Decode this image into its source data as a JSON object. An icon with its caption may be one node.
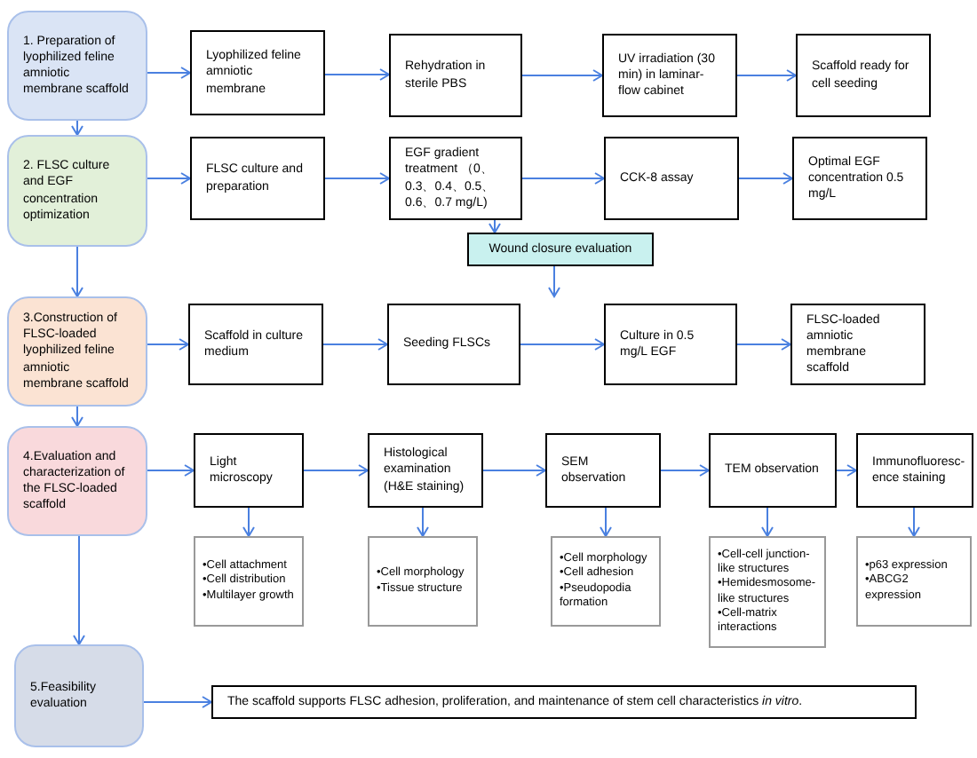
{
  "diagram": {
    "nodes": [
      {
        "text": [
          "1. Preparation of lyophilized feline amniotic membrane scaffold"
        ]
      },
      {
        "text": [
          "Lyophilized feline amniotic membrane"
        ]
      },
      {
        "text": [
          "Rehydration in sterile PBS"
        ]
      },
      {
        "text": [
          "UV irradiation (30 min) in laminar-flow cabinet"
        ]
      },
      {
        "text": [
          "Scaffold ready for cell seeding"
        ]
      },
      {
        "text": [
          "2. FLSC culture and EGF concentration optimization"
        ]
      },
      {
        "text": [
          "FLSC culture and preparation"
        ]
      },
      {
        "text": [
          "EGF gradient treatment （0、0.3、0.4、0.5、0.6、0.7 mg/L)"
        ]
      },
      {
        "text": [
          "CCK-8 assay"
        ]
      },
      {
        "text": [
          "Optimal EGF concentration 0.5 mg/L"
        ]
      },
      {
        "text": [
          "Wound closure evaluation"
        ]
      },
      {
        "text": [
          "3.Construction of FLSC-loaded lyophilized feline amniotic membrane scaffold"
        ]
      },
      {
        "text": [
          "Scaffold in culture medium"
        ]
      },
      {
        "text": [
          "Seeding FLSCs"
        ]
      },
      {
        "text": [
          "Culture in 0.5 mg/L EGF"
        ]
      },
      {
        "text": [
          "FLSC-loaded amniotic membrane scaffold"
        ]
      },
      {
        "text": [
          "4.Evaluation and characterization of the FLSC-loaded scaffold"
        ]
      },
      {
        "text": [
          "Light microscopy"
        ]
      },
      {
        "text": [
          "Histological examination (H&E staining)"
        ]
      },
      {
        "text": [
          "SEM observation"
        ]
      },
      {
        "text": [
          "TEM observation"
        ]
      },
      {
        "text": [
          "Immunofluoresc-ence staining"
        ]
      },
      {
        "text": [
          "•Cell attachment",
          "•Cell distribution",
          "•Multilayer growth"
        ]
      },
      {
        "text": [
          "•Cell morphology",
          "•Tissue structure"
        ]
      },
      {
        "text": [
          "•Cell morphology",
          "•Cell adhesion",
          "•Pseudopodia formation"
        ]
      },
      {
        "text": [
          "•Cell-cell junction-like structures",
          "•Hemidesmosome-like structures",
          "•Cell-matrix interactions"
        ]
      },
      {
        "text": [
          "•p63 expression",
          "•ABCG2 expression"
        ]
      },
      {
        "text": [
          "5.Feasibility evaluation"
        ]
      },
      {
        "text": [
          "The scaffold supports FLSC adhesion, proliferation, and maintenance of stem cell characteristics *in vitro*."
        ]
      }
    ],
    "edges": [
      {
        "from": 0,
        "to": 1,
        "arrow": "to"
      },
      {
        "from": 1,
        "to": 2,
        "arrow": "to"
      },
      {
        "from": 2,
        "to": 3,
        "arrow": "to"
      },
      {
        "from": 3,
        "to": 4,
        "arrow": "to"
      },
      {
        "from": 0,
        "to": 5,
        "arrow": "to"
      },
      {
        "from": 5,
        "to": 6,
        "arrow": "to"
      },
      {
        "from": 6,
        "to": 7,
        "arrow": "to"
      },
      {
        "from": 7,
        "to": 8,
        "arrow": "to"
      },
      {
        "from": 8,
        "to": 9,
        "arrow": "to"
      },
      {
        "from": 7,
        "to": 10,
        "arrow": "to"
      },
      {
        "from": 10,
        "to": null,
        "arrow": "to"
      },
      {
        "from": 5,
        "to": 11,
        "arrow": "to"
      },
      {
        "from": 11,
        "to": 12,
        "arrow": "to"
      },
      {
        "from": 12,
        "to": 13,
        "arrow": "to"
      },
      {
        "from": 13,
        "to": 14,
        "arrow": "to"
      },
      {
        "from": 14,
        "to": 15,
        "arrow": "to"
      },
      {
        "from": 11,
        "to": 16,
        "arrow": "to"
      },
      {
        "from": 16,
        "to": 17,
        "arrow": "to"
      },
      {
        "from": 17,
        "to": 18,
        "arrow": "to"
      },
      {
        "from": 18,
        "to": 19,
        "arrow": "to"
      },
      {
        "from": 19,
        "to": 20,
        "arrow": "to"
      },
      {
        "from": 20,
        "to": 21,
        "arrow": "to"
      },
      {
        "from": 17,
        "to": 22,
        "arrow": "to"
      },
      {
        "from": 18,
        "to": 23,
        "arrow": "to"
      },
      {
        "from": 19,
        "to": 24,
        "arrow": "to"
      },
      {
        "from": 20,
        "to": 25,
        "arrow": "to"
      },
      {
        "from": 21,
        "to": 26,
        "arrow": "to"
      },
      {
        "from": 16,
        "to": 27,
        "arrow": "to"
      },
      {
        "from": 27,
        "to": 28,
        "arrow": "to"
      }
    ]
  }
}
